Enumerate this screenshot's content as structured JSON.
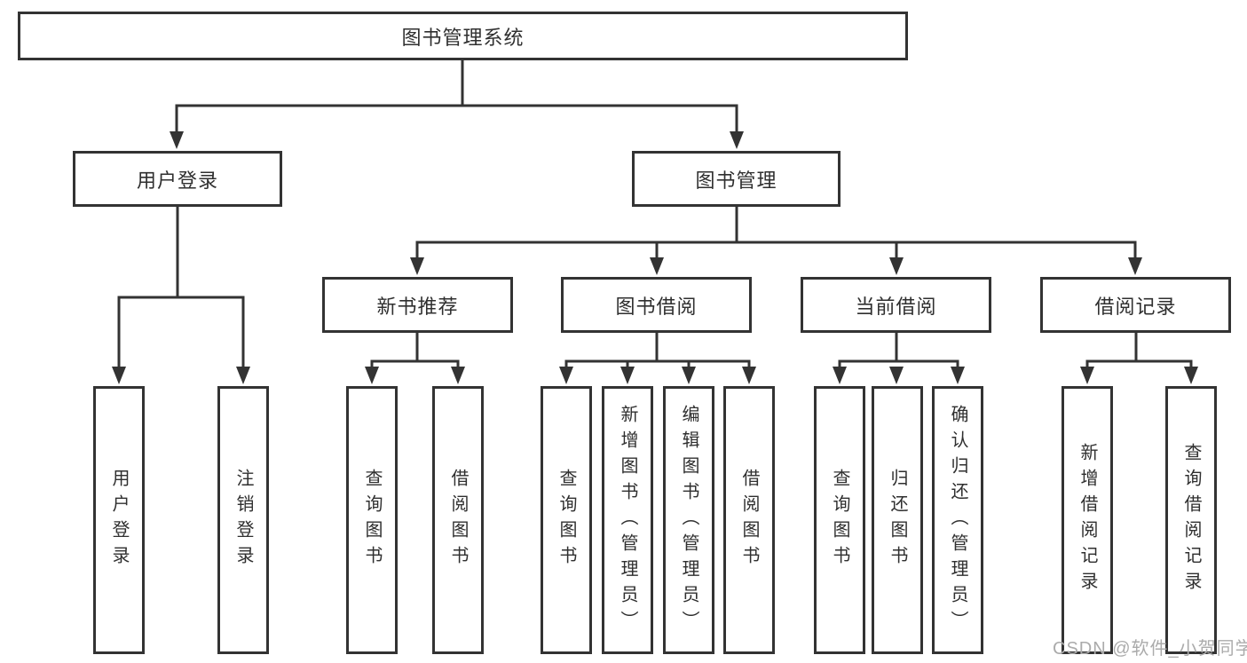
{
  "colors": {
    "line": "#333333",
    "text": "#2f2f2f",
    "watermark": "#ababab",
    "background": "#ffffff"
  },
  "tree": {
    "label": "图书管理系统",
    "children": [
      {
        "label": "用户登录",
        "children": [
          {
            "label": "用户登录"
          },
          {
            "label": "注销登录"
          }
        ]
      },
      {
        "label": "图书管理",
        "children": [
          {
            "label": "新书推荐",
            "children": [
              {
                "label": "查询图书"
              },
              {
                "label": "借阅图书"
              }
            ]
          },
          {
            "label": "图书借阅",
            "children": [
              {
                "label": "查询图书"
              },
              {
                "label": "新增图书（管理员）"
              },
              {
                "label": "编辑图书（管理员）"
              },
              {
                "label": "借阅图书"
              }
            ]
          },
          {
            "label": "当前借阅",
            "children": [
              {
                "label": "查询图书"
              },
              {
                "label": "归还图书"
              },
              {
                "label": "确认归还（管理员）"
              }
            ]
          },
          {
            "label": "借阅记录",
            "children": [
              {
                "label": "新增借阅记录"
              },
              {
                "label": "查询借阅记录"
              }
            ]
          }
        ]
      }
    ]
  },
  "watermark": {
    "text": "CSDN @软件_小贺同学"
  }
}
